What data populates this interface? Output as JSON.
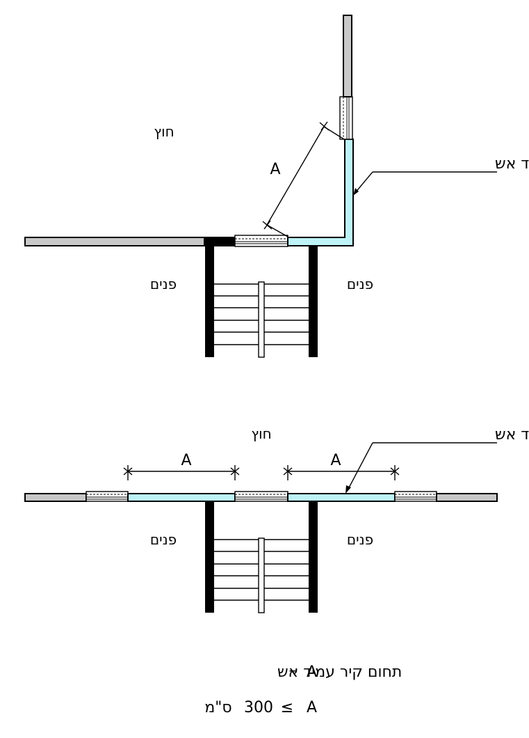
{
  "diagram_top": {
    "outside_label": "חוץ",
    "inside_left_label": "פנים",
    "inside_right_label": "פנים",
    "fire_element_label": "אלמנט עמיד אש",
    "dimension_label": "A"
  },
  "diagram_bottom": {
    "outside_label": "חוץ",
    "inside_left_label": "פנים",
    "inside_right_label": "פנים",
    "fire_element_label": "אלמנט עמיד אש",
    "dimension_left_label": "A",
    "dimension_right_label": "A"
  },
  "legend": {
    "line1_var": "A",
    "line1_dash": "–",
    "line1_text": "תחום קיר עמיד אש",
    "line2_var": "A",
    "line2_op": "≤",
    "line2_value": "300",
    "line2_unit": "ס\"מ"
  },
  "colors": {
    "fire_resistant_wall": "#bdf3f7",
    "regular_wall": "#c8c8c8",
    "structural_wall": "#000000"
  }
}
